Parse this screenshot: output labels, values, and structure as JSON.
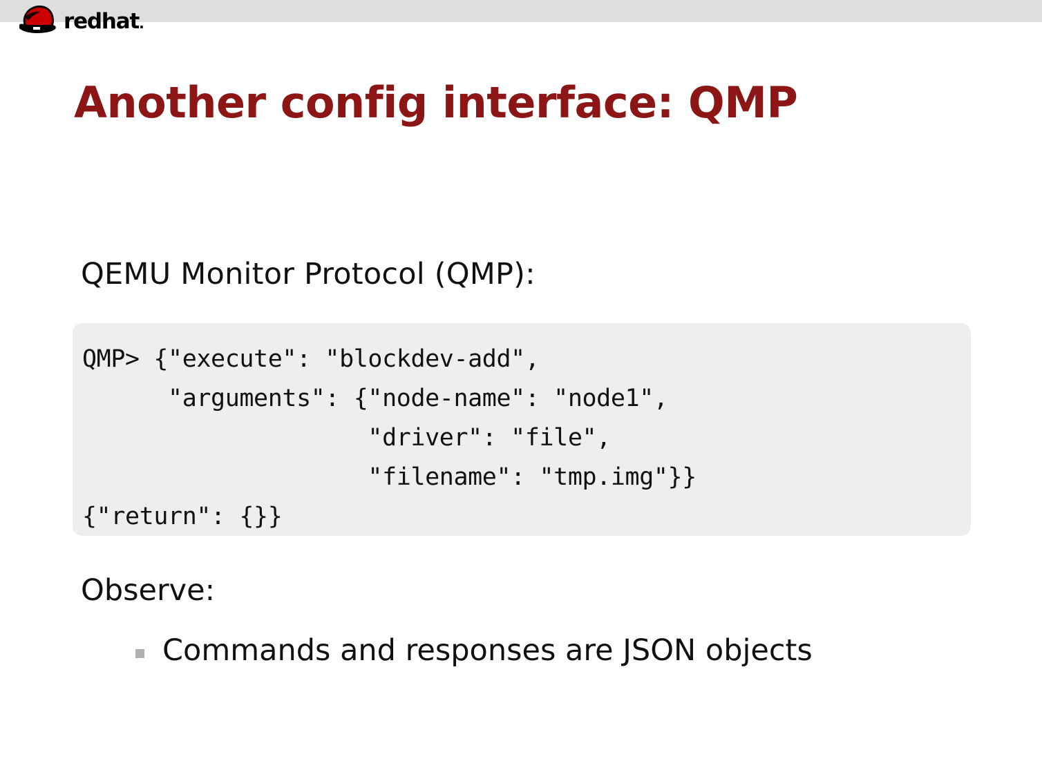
{
  "header": {
    "brand_word_red": "red",
    "brand_word_black": "hat",
    "brand_dot": ".",
    "logo_icon": "redhat-shadowman-logo",
    "band_color": "#dedede",
    "logo_red": "#cc0000"
  },
  "slide": {
    "title": "Another config interface: QMP",
    "title_color": "#8c1515",
    "lead": "QEMU Monitor Protocol (QMP):",
    "observe_label": "Observe:",
    "code_background": "#eeeeee",
    "code": "QMP> {\"execute\": \"blockdev-add\",\n      \"arguments\": {\"node-name\": \"node1\",\n                    \"driver\": \"file\",\n                    \"filename\": \"tmp.img\"}}\n{\"return\": {}}",
    "code_lines": [
      "QMP> {\"execute\": \"blockdev-add\",",
      "      \"arguments\": {\"node-name\": \"node1\",",
      "                    \"driver\": \"file\",",
      "                    \"filename\": \"tmp.img\"}}",
      "{\"return\": {}}"
    ],
    "bullets": [
      {
        "marker": "square-bullet",
        "text": "Commands and responses are JSON objects",
        "marker_color": "#b0b0b0"
      }
    ]
  }
}
